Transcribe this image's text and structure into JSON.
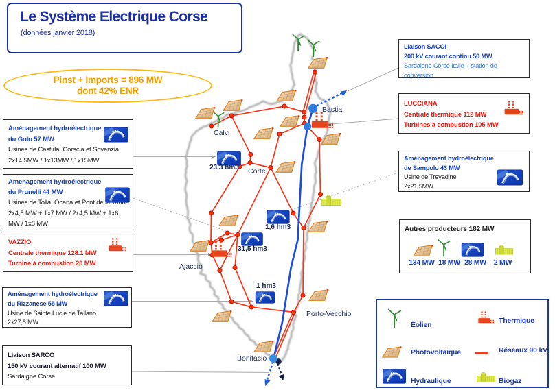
{
  "title": {
    "text": "Le Système Electrique Corse",
    "subtitle": "(données janvier 2018)"
  },
  "badge": {
    "line1": "Pinst + Imports = 896 MW",
    "line2": "dont 42% ENR"
  },
  "boxes": {
    "golo": {
      "h1": "Aménagement hydroélectrique",
      "h2": "du Golo 57 MW",
      "l1": "Usines de Castirla, Corscia et Sovenzia",
      "l2": "2x14,5MW / 1x13MW / 1x15MW"
    },
    "prunelli": {
      "h1": "Aménagement hydroélectrique",
      "h2": "du Prunelli  44 MW",
      "l1": "Usines de Tolla, Ocana et Pont de la vanna",
      "l2": "2x4,5 MW + 1x7 MW / 2x4,5 MW + 1x6 MW / 1x8 MW"
    },
    "vazzio": {
      "h1": "VAZZIO",
      "l1": "Centrale thermique 128.1 MW",
      "l2": "Turbine à combustion 20 MW"
    },
    "rizzanese": {
      "h1": "Aménagement hydroélectrique",
      "h2": "du Rizzanese 55 MW",
      "l1": "Usine de Sainte Lucie de Tallano",
      "l2": "2x27,5  MW"
    },
    "sarco": {
      "h1": "Liaison SARCO",
      "l1": "150 kV courant alternatif 100 MW",
      "l2": "Sardaigne Corse"
    },
    "sacoi": {
      "h1": "Liaison SACOI",
      "l1": "200 kV courant continu  50 MW",
      "l2": "Sardaigne Corse Italie – station de",
      "l3": "conversion"
    },
    "lucciana": {
      "h1": "LUCCIANA",
      "l1": "Centrale thermique  112 MW",
      "l2": "Turbines à combustion 105 MW"
    },
    "sampolo": {
      "h1": "Aménagement hydroélectrique",
      "h2": "de Sampolo 43 MW",
      "l1": "Usine de Trevadine",
      "l2": "2x21,5MW"
    },
    "autres": {
      "h1": "Autres producteurs 182 MW",
      "pv": "134 MW",
      "wind": "18 MW",
      "hydro": "28 MW",
      "biogas": "2 MW"
    }
  },
  "legend": {
    "eolien": "Éolien",
    "thermique": "Thermique",
    "photovoltaique": "Photovoltaïque",
    "reseaux": "Réseaux 90 kV",
    "hydraulique": "Hydraulique",
    "biogaz": "Biogaz"
  },
  "map": {
    "cities": {
      "bastia": "Bastia",
      "calvi": "Calvi",
      "corte": "Corte",
      "ajaccio": "Ajaccio",
      "porto_vecchio": "Porto-Vecchio",
      "bonifacio": "Bonifacio"
    },
    "reservoirs": {
      "golo": "23,3 hm3",
      "sampolo": "1,6 hm3",
      "prunelli": "31,5 hm3",
      "rizzanese": "1 hm3"
    }
  },
  "colors": {
    "title_blue": "#1c2f9e",
    "header_blue": "#1542be",
    "light_blue": "#3d7ad4",
    "text_red": "#ee1b10",
    "network_red": "#f5371a",
    "orange_text": "#f59d00",
    "ellipse_border": "#ffb914",
    "link_blue": "#1d4ed8",
    "legend_blue": "#1c3aa8"
  }
}
